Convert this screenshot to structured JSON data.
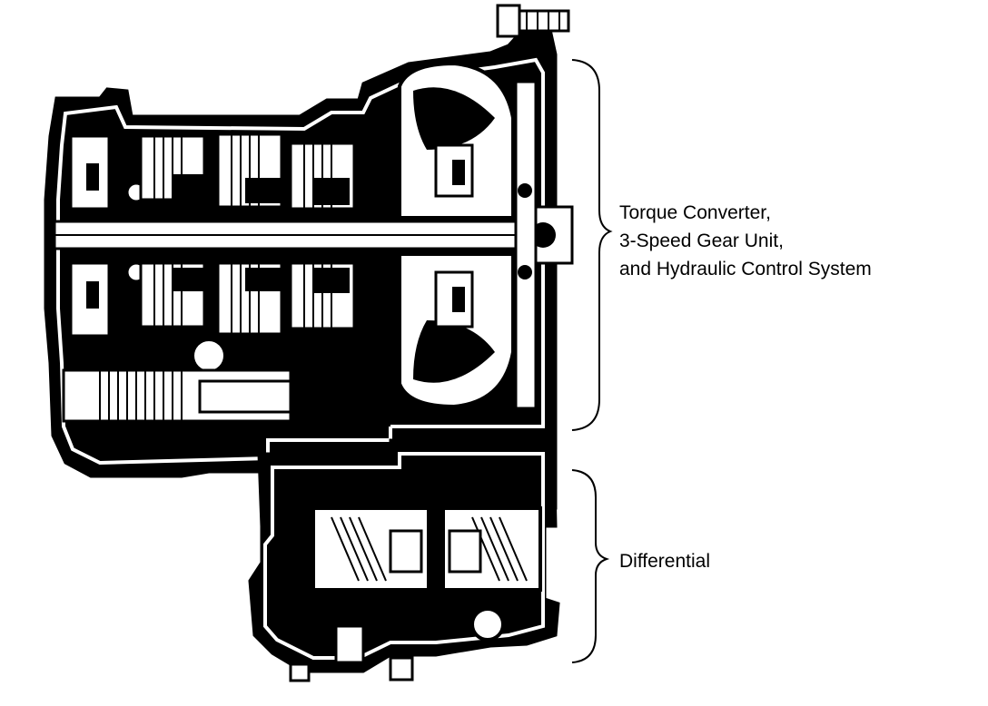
{
  "callouts": {
    "upper": {
      "lines": [
        "Torque Converter,",
        "3-Speed Gear Unit,",
        "and Hydraulic Control System"
      ]
    },
    "lower": {
      "lines": [
        "Differential"
      ]
    }
  },
  "colors": {
    "ink": "#000000",
    "paper": "#ffffff"
  }
}
